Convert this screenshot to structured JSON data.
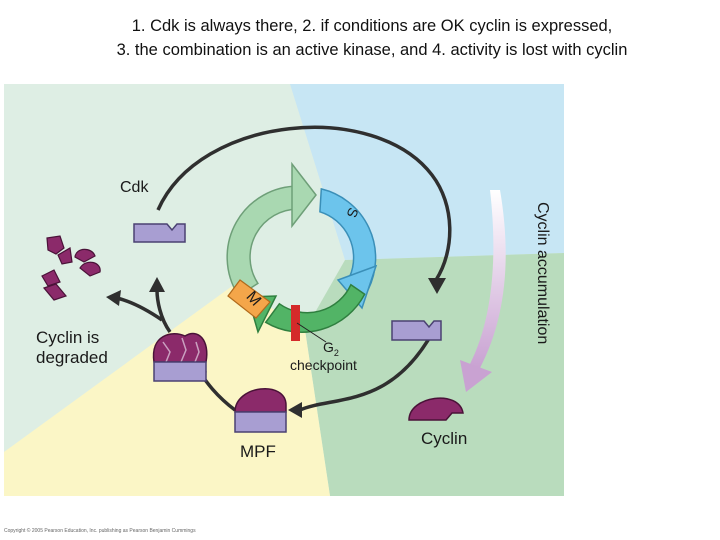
{
  "caption": {
    "line1": "1. Cdk is always there, 2. if conditions are OK cyclin is expressed,",
    "line2": "3. the combination is an active kinase, and 4. activity is lost with cyclin"
  },
  "diagram": {
    "cdk_label": "Cdk",
    "phase_s": "S",
    "phase_m": "M",
    "g2_label": "G",
    "g2_subscript": "2",
    "checkpoint_label": "checkpoint",
    "cyclin_degraded_line1": "Cyclin is",
    "cyclin_degraded_line2": "degraded",
    "mpf_label": "MPF",
    "cyclin_label": "Cyclin",
    "cyclin_accumulation_label": "Cyclin accumulation"
  },
  "copyright": "Copyright © 2005 Pearson Education, Inc. publishing as Pearson Benjamin Cummings",
  "colors": {
    "region_topleft": "#deeee4",
    "region_right_top": "#c7e6f4",
    "region_right_bottom": "#b9dcbd",
    "region_bottom_left": "#fbf6c6",
    "cycle_light_green": "#a9d8b1",
    "cycle_s_blue": "#6cc4ec",
    "cycle_g2_green": "#52b466",
    "cycle_m_orange": "#f4a64a",
    "checkpoint_red": "#d42a2a",
    "cdk_fill": "#a89ed2",
    "cyclin_fill": "#8b2a6a",
    "arrow_dark": "#333333",
    "accumulation_arrow": "#c9a2d2"
  }
}
